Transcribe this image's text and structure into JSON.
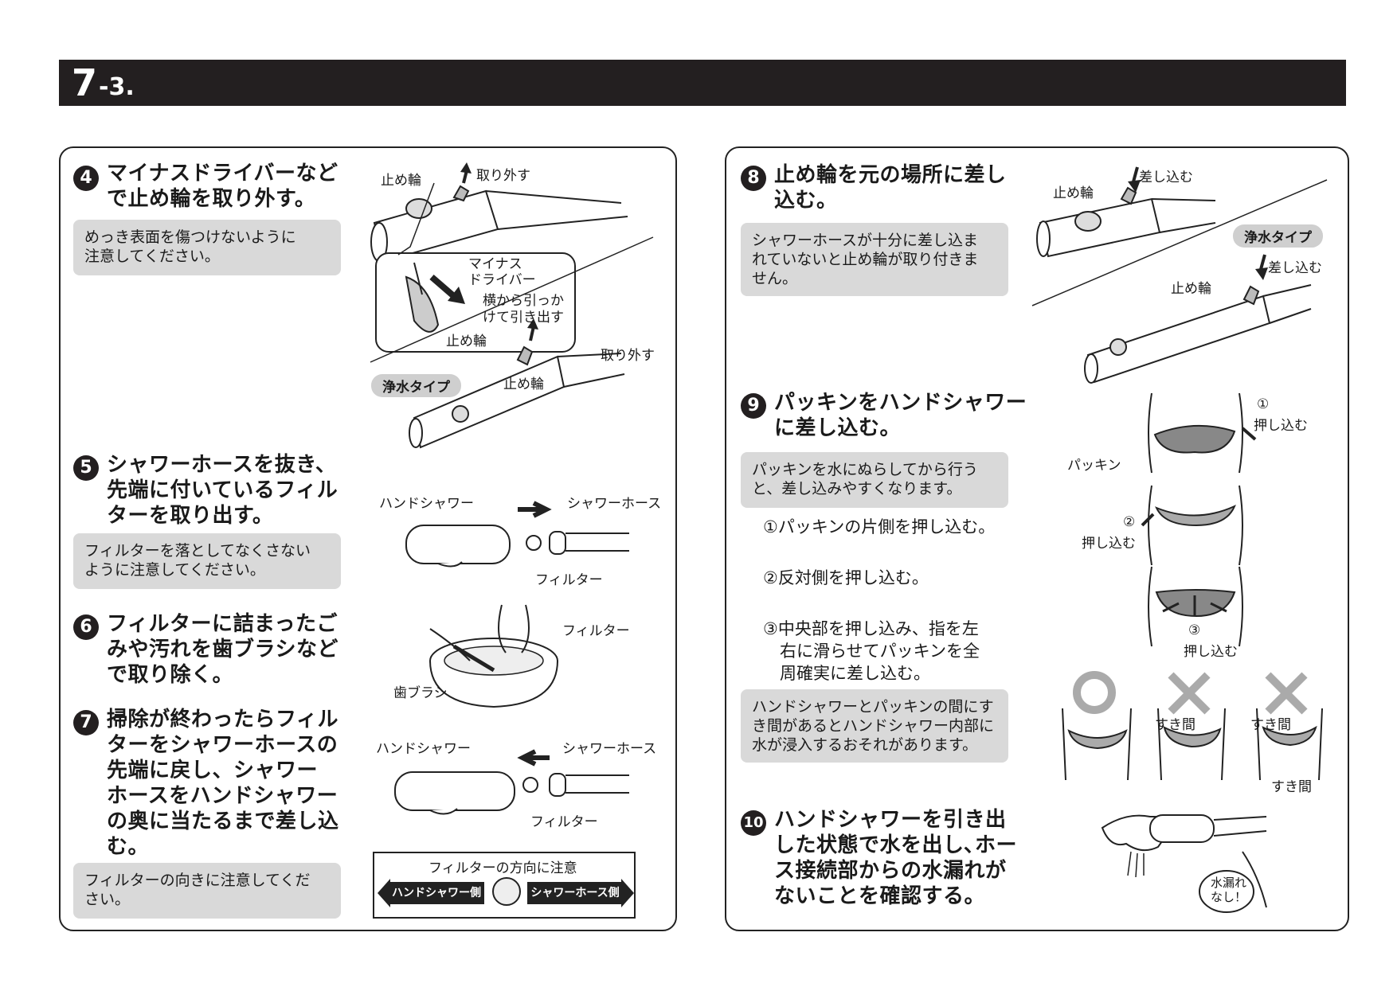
{
  "header": {
    "section_major": "7",
    "section_minor": "-3."
  },
  "left": {
    "step4": {
      "num": "4",
      "title": "マイナスドライバーなど\nで止め輪を取り外す。",
      "note": "めっき表面を傷つけないように\n注意してください。",
      "labels": {
        "ring1": "止め輪",
        "remove1": "取り外す",
        "driver": "マイナス\nドライバー",
        "pull": "横から引っか\nけて引き出す",
        "ring_zoom": "止め輪",
        "type": "浄水タイプ",
        "ring2": "止め輪",
        "remove2": "取り外す"
      }
    },
    "step5": {
      "num": "5",
      "title": "シャワーホースを抜き、\n先端に付いているフィル\nターを取り出す。",
      "note": "フィルターを落としてなくさない\nように注意してください。",
      "labels": {
        "hand": "ハンドシャワー",
        "hose": "シャワーホース",
        "filter": "フィルター"
      }
    },
    "step6": {
      "num": "6",
      "title": "フィルターに詰まったご\nみや汚れを歯ブラシなど\nで取り除く。",
      "labels": {
        "filter": "フィルター",
        "brush": "歯ブラシ"
      }
    },
    "step7": {
      "num": "7",
      "title": "掃除が終わったらフィル\nターをシャワーホースの\n先端に戻し、シャワー\nホースをハンドシャワー\nの奥に当たるまで差し込\nむ。",
      "note": "フィルターの向きに注意してくだ\nさい。",
      "labels": {
        "hand": "ハンドシャワー",
        "hose": "シャワーホース",
        "filter": "フィルター",
        "box_title": "フィルターの方向に注意",
        "box_left": "ハンドシャワー側",
        "box_right": "シャワーホース側"
      }
    }
  },
  "right": {
    "step8": {
      "num": "8",
      "title": "止め輪を元の場所に差し\n込む。",
      "note": "シャワーホースが十分に差し込ま\nれていないと止め輪が取り付きま\nせん。",
      "labels": {
        "insert1": "差し込む",
        "ring1": "止め輪",
        "type": "浄水タイプ",
        "insert2": "差し込む",
        "ring2": "止め輪"
      }
    },
    "step9": {
      "num": "9",
      "title": "パッキンをハンドシャワー\nに差し込む。",
      "note": "パッキンを水にぬらしてから行う\nと、差し込みやすくなります。",
      "sub1": "①パッキンの片側を押し込む。",
      "sub2": "②反対側を押し込む。",
      "sub3": "③中央部を押し込み、指を左\n　右に滑らせてパッキンを全\n　周確実に差し込む。",
      "note2": "ハンドシャワーとパッキンの間にす\nき間があるとハンドシャワー内部に\n水が浸入するおそれがあります。",
      "labels": {
        "c1": "①",
        "push1": "押し込む",
        "packing": "パッキン",
        "c2": "②",
        "push2": "押し込む",
        "c3": "③",
        "push3": "押し込む",
        "gap1": "すき間",
        "gap2": "すき間",
        "gap3": "すき間"
      }
    },
    "step10": {
      "num": "10",
      "title": "ハンドシャワーを引き出\nした状態で水を出し､ホー\nス接続部からの水漏れが\nないことを確認する。",
      "labels": {
        "bubble": "水漏れ\nなし！"
      }
    }
  }
}
